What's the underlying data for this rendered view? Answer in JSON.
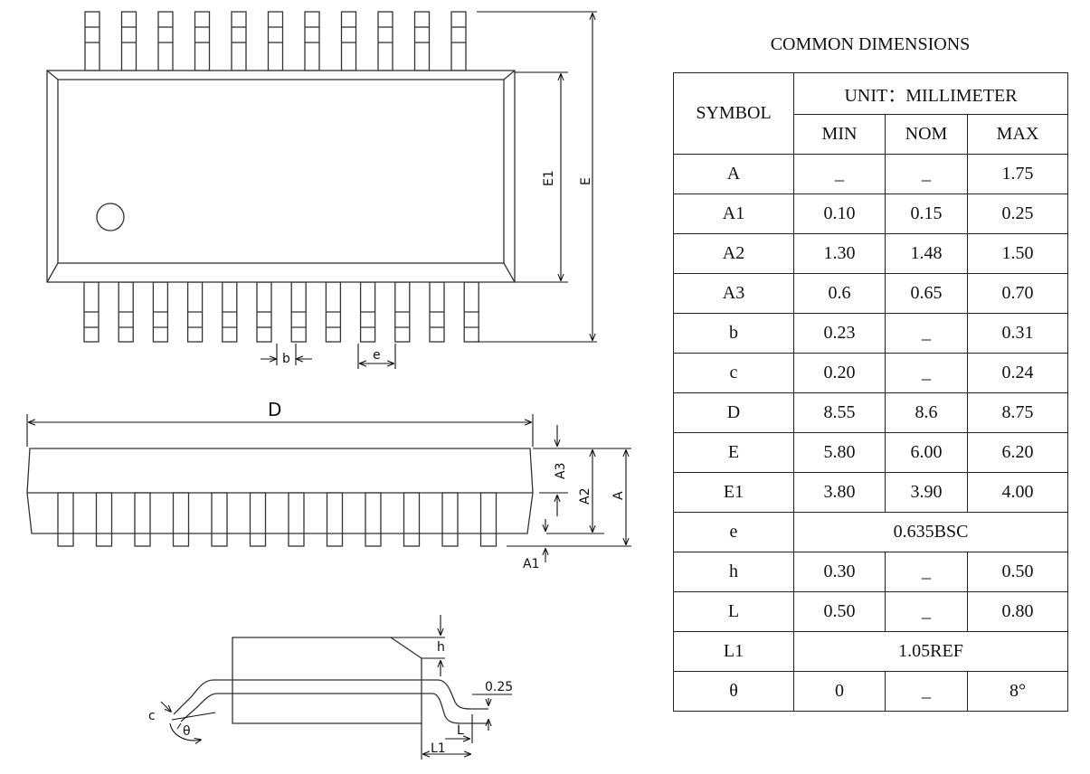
{
  "table": {
    "title": "COMMON DIMENSIONS",
    "symbol_header": "SYMBOL",
    "unit_header": "UNIT：MILLIMETER",
    "col_headers": [
      "MIN",
      "NOM",
      "MAX"
    ],
    "rows": [
      {
        "symbol": "A",
        "min": "_",
        "nom": "_",
        "max": "1.75"
      },
      {
        "symbol": "A1",
        "min": "0.10",
        "nom": "0.15",
        "max": "0.25"
      },
      {
        "symbol": "A2",
        "min": "1.30",
        "nom": "1.48",
        "max": "1.50"
      },
      {
        "symbol": "A3",
        "min": "0.6",
        "nom": "0.65",
        "max": "0.70"
      },
      {
        "symbol": "b",
        "min": "0.23",
        "nom": "_",
        "max": "0.31"
      },
      {
        "symbol": "c",
        "min": "0.20",
        "nom": "_",
        "max": "0.24"
      },
      {
        "symbol": "D",
        "min": "8.55",
        "nom": "8.6",
        "max": "8.75"
      },
      {
        "symbol": "E",
        "min": "5.80",
        "nom": "6.00",
        "max": "6.20"
      },
      {
        "symbol": "E1",
        "min": "3.80",
        "nom": "3.90",
        "max": "4.00"
      },
      {
        "symbol": "e",
        "span": "0.635BSC"
      },
      {
        "symbol": "h",
        "min": "0.30",
        "nom": "_",
        "max": "0.50"
      },
      {
        "symbol": "L",
        "min": "0.50",
        "nom": "_",
        "max": "0.80"
      },
      {
        "symbol": "L1",
        "span": "1.05REF"
      },
      {
        "symbol": "θ",
        "min": "0",
        "nom": "_",
        "max": "8°"
      }
    ]
  },
  "labels": {
    "E1": "E1",
    "E": "E",
    "b": "b",
    "e": "e",
    "D": "D",
    "A3": "A3",
    "A2": "A2",
    "A": "A",
    "A1": "A1",
    "h": "h",
    "lead_thickness": "0.25",
    "c": "c",
    "theta": "θ",
    "L": "L",
    "L1": "L1"
  }
}
